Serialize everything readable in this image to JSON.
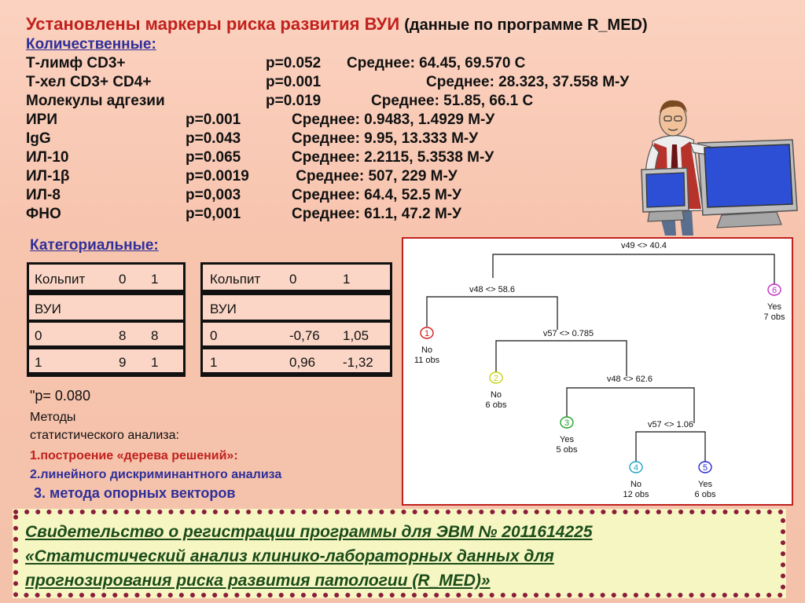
{
  "title": {
    "main": "Установлены маркеры риска развития ВУИ",
    "sub": "(данные по программе  R_MED)"
  },
  "quantitative": {
    "heading": "Количественные:",
    "rows": [
      {
        "name": "Т-лимф CD3+",
        "p": "p=0.052",
        "mean": "Среднее: 64.45, 69.570 С"
      },
      {
        "name": "Т-хел CD3+ CD4+",
        "p": "p=0.001",
        "mean": "Среднее: 28.323, 37.558 М-У"
      },
      {
        "name": "Молекулы адгезии",
        "p": "p=0.019",
        "mean": "Среднее: 51.85, 66.1 С"
      },
      {
        "name": "ИРИ",
        "p": "p=0.001",
        "mean": "Среднее: 0.9483, 1.4929 М-У"
      },
      {
        "name": "IgG",
        "p": "p=0.043",
        "mean": "Среднее: 9.95, 13.333 М-У"
      },
      {
        "name": "ИЛ-10",
        "p": "p=0.065",
        "mean": "Среднее: 2.2115, 5.3538 М-У"
      },
      {
        "name": "ИЛ-1β",
        "p": "p=0.0019",
        "mean": " Среднее: 507, 229 М-У"
      },
      {
        "name": "ИЛ-8",
        "p": "p=0,003",
        "mean": "Среднее: 64.4, 52.5 М-У"
      },
      {
        "name": "ФНО",
        "p": "p=0,001",
        "mean": "Среднее: 61.1, 47.2 М-У"
      }
    ]
  },
  "categorical": {
    "heading": "Категориальные:",
    "table1": [
      [
        "Кольпит",
        "0",
        "1"
      ],
      [
        "ВУИ",
        "",
        ""
      ],
      [
        "0",
        "8",
        "8"
      ],
      [
        "1",
        "9",
        "1"
      ]
    ],
    "table2": [
      [
        "Кольпит",
        "0",
        "1"
      ],
      [
        "ВУИ",
        "",
        ""
      ],
      [
        "0",
        "-0,76",
        "1,05"
      ],
      [
        "1",
        "0,96",
        "-1,32"
      ]
    ]
  },
  "notes": {
    "p_value": "\"p= 0.080",
    "methods_line1": "Методы",
    "methods_line2": "статистического анализа:",
    "method1": "1.построение «дерева решений»:",
    "method2": "2.линейного дискриминантного анализа",
    "method3": " 3. метода опорных векторов"
  },
  "tree": {
    "splits": {
      "root": "v49 <> 40.4",
      "n_left": "v48 <> 58.6",
      "n_v57a": "v57 <> 0.785",
      "n_v48b": "v48 <> 62.6",
      "n_v57b": "v57 <> 1.06"
    },
    "leaves": [
      {
        "id": "1",
        "cls": "No",
        "obs": "11 obs",
        "color": "#d42020"
      },
      {
        "id": "2",
        "cls": "No",
        "obs": "6 obs",
        "color": "#c9d411"
      },
      {
        "id": "3",
        "cls": "Yes",
        "obs": "5 obs",
        "color": "#1fa52a"
      },
      {
        "id": "4",
        "cls": "No",
        "obs": "12 obs",
        "color": "#1da7c4"
      },
      {
        "id": "5",
        "cls": "Yes",
        "obs": "6 obs",
        "color": "#2b2bd1"
      },
      {
        "id": "6",
        "cls": "Yes",
        "obs": "7 obs",
        "color": "#c22ec2"
      }
    ]
  },
  "banner": {
    "line1": "Свидетельство о регистрации программы для ЭВМ № 2011614225",
    "line2": "«Статистический анализ клинико-лабораторных данных для",
    "line3": "прогнозирования риска развития патологии (R_MED)»"
  },
  "colors": {
    "title": "#c0211d",
    "heading": "#2f2f9a",
    "banner_text": "#1a4c1a",
    "banner_dots": "#8c1c3b"
  }
}
